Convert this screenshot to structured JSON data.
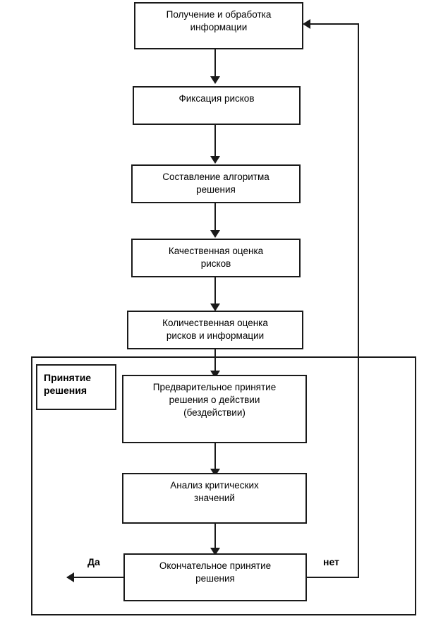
{
  "diagram": {
    "title_text": "",
    "colors": {
      "stroke": "#1a1a1a",
      "background": "#ffffff",
      "text": "#000000"
    },
    "nodes": [
      {
        "id": "n1",
        "label": "Получение и обработка\nинформации"
      },
      {
        "id": "n2",
        "label": "Фиксация рисков"
      },
      {
        "id": "n3",
        "label": "Составление алгоритма\nрешения"
      },
      {
        "id": "n4",
        "label": "Качественная оценка\nрисков"
      },
      {
        "id": "n5",
        "label": "Количественная оценка\nрисков и информации"
      },
      {
        "id": "n6",
        "label": "Предварительное принятие\nрешения о действии\n(бездействии)"
      },
      {
        "id": "n7",
        "label": "Анализ критических\nзначений"
      },
      {
        "id": "n8",
        "label": "Окончательное принятие\nрешения"
      }
    ],
    "group": {
      "label": "Принятие\nрешения"
    },
    "edge_labels": {
      "yes": "Да",
      "no": "нет"
    }
  }
}
